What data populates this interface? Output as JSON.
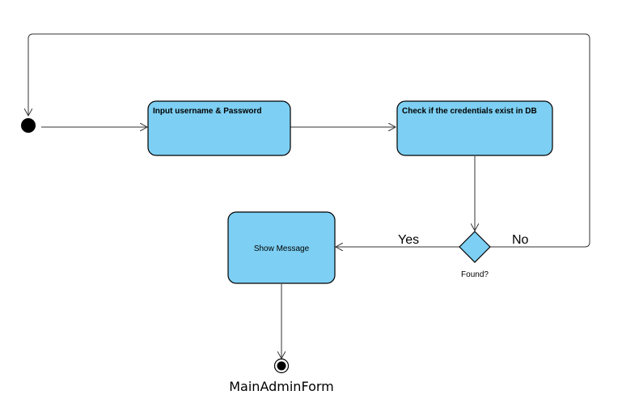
{
  "diagram": {
    "nodes": {
      "input": {
        "label": "Input username & Password"
      },
      "check": {
        "label": "Check if the credentials exist in DB"
      },
      "message": {
        "label": "Show Message"
      },
      "decision": {
        "label": "Found?"
      },
      "final": {
        "label": "MainAdminForm"
      }
    },
    "edges": {
      "yes": {
        "label": "Yes"
      },
      "no": {
        "label": "No"
      }
    }
  },
  "colors": {
    "node_fill": "#7dcff3",
    "stroke": "#000000",
    "connector": "#333333"
  }
}
